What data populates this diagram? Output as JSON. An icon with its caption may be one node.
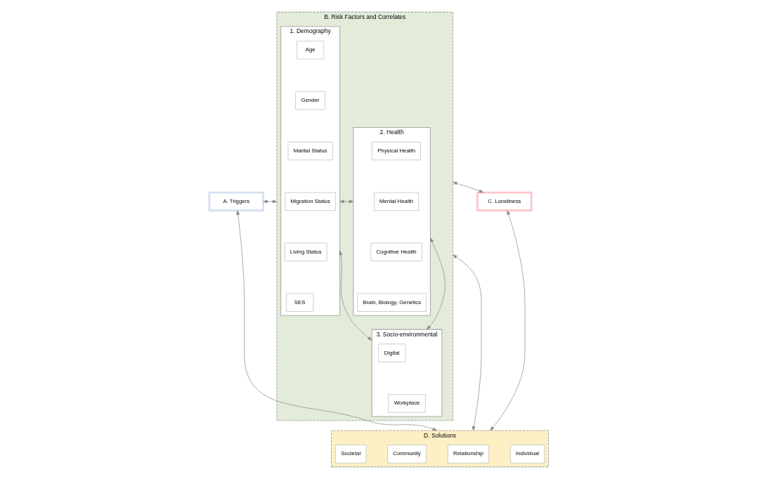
{
  "diagram": {
    "nodes": [
      {
        "text": [
          "A. Triggers"
        ]
      },
      {
        "text": [
          "B. Risk Factors and Correlates"
        ]
      },
      {
        "text": [
          "1. Demography"
        ],
        "in": 1
      },
      {
        "text": [
          "Age"
        ],
        "in": 2
      },
      {
        "text": [
          "Gender"
        ],
        "in": 2
      },
      {
        "text": [
          "Marital Status"
        ],
        "in": 2
      },
      {
        "text": [
          "Migration Status"
        ],
        "in": 2
      },
      {
        "text": [
          "Living Status"
        ],
        "in": 2
      },
      {
        "text": [
          "SES"
        ],
        "in": 2
      },
      {
        "text": [
          "2. Health"
        ],
        "in": 1
      },
      {
        "text": [
          "Physical Health"
        ],
        "in": 9
      },
      {
        "text": [
          "Mental Health"
        ],
        "in": 9
      },
      {
        "text": [
          "Cognitive Health"
        ],
        "in": 9
      },
      {
        "text": [
          "Brain, Biology, Genetics"
        ],
        "in": 9
      },
      {
        "text": [
          "3. Socio-environmental"
        ],
        "in": 1
      },
      {
        "text": [
          "Digital"
        ],
        "in": 14
      },
      {
        "text": [
          "Workplace"
        ],
        "in": 14
      },
      {
        "text": [
          "C. Loneliness"
        ]
      },
      {
        "text": [
          "D. Solutions"
        ]
      },
      {
        "text": [
          "Individual"
        ],
        "in": 18
      },
      {
        "text": [
          "Relationship"
        ],
        "in": 18
      },
      {
        "text": [
          "Community"
        ],
        "in": 18
      },
      {
        "text": [
          "Societal"
        ],
        "in": 18
      }
    ],
    "edges": [
      {
        "from": 0,
        "to": 1,
        "arrow": "both"
      },
      {
        "from": 1,
        "to": 17,
        "arrow": "both"
      },
      {
        "from": 2,
        "to": 9,
        "arrow": "both"
      },
      {
        "from": 2,
        "to": 14,
        "arrow": "both"
      },
      {
        "from": 9,
        "to": 14,
        "arrow": "both"
      },
      {
        "from": 0,
        "to": 18,
        "arrow": "both"
      },
      {
        "from": 1,
        "to": 18,
        "arrow": "both"
      },
      {
        "from": 17,
        "to": 18,
        "arrow": "both"
      }
    ]
  }
}
